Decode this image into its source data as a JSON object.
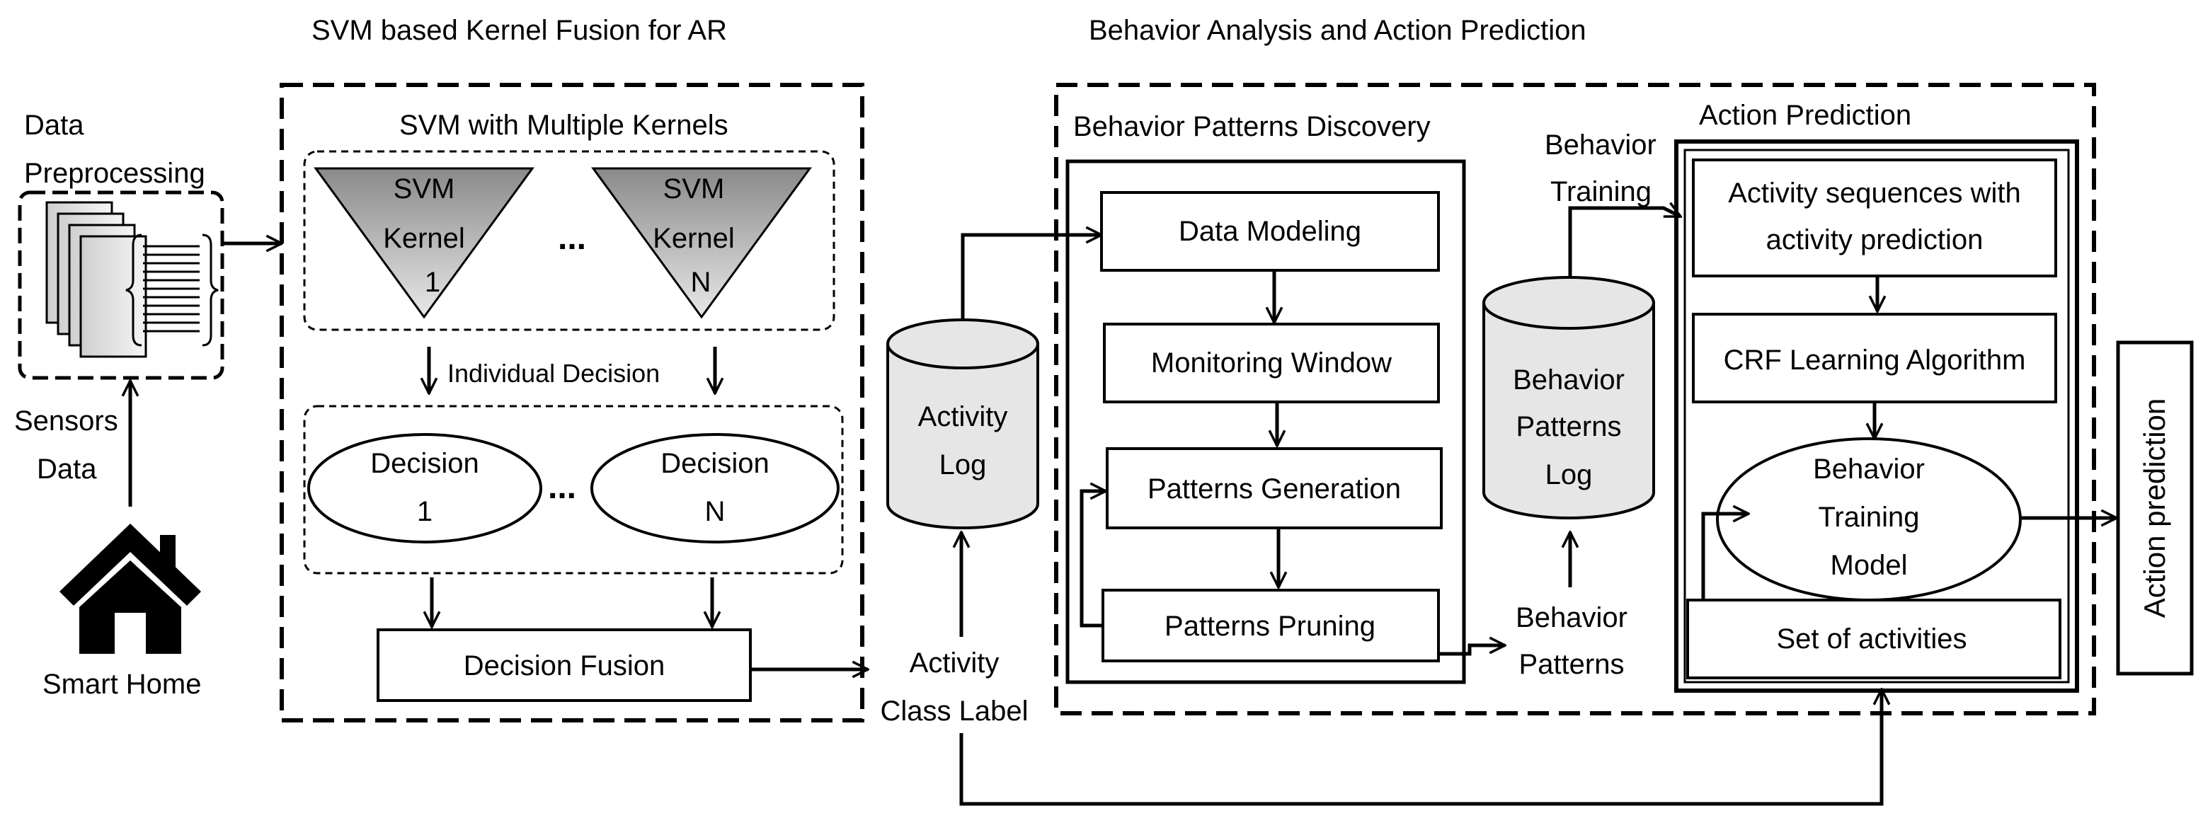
{
  "headers": {
    "left_title": "SVM based Kernel Fusion for AR",
    "right_title": "Behavior Analysis and Action Prediction"
  },
  "left_panel": {
    "data_preprocessing": [
      "Data",
      "Preprocessing"
    ],
    "sensors_data": [
      "Sensors",
      "Data"
    ],
    "smart_home": "Smart Home"
  },
  "svm": {
    "section_title": "SVM with Multiple Kernels",
    "kernel_1": [
      "SVM",
      "Kernel",
      "1"
    ],
    "kernel_n": [
      "SVM",
      "Kernel",
      "N"
    ],
    "ellipsis": "...",
    "individual_decision": "Individual Decision",
    "decision_1": [
      "Decision",
      "1"
    ],
    "decision_n": [
      "Decision",
      "N"
    ],
    "decision_fusion": "Decision Fusion"
  },
  "activity": {
    "log": [
      "Activity",
      "Log"
    ],
    "class_label": [
      "Activity",
      "Class Label"
    ]
  },
  "discovery": {
    "title": "Behavior Patterns Discovery",
    "data_modeling": "Data Modeling",
    "monitoring_window": "Monitoring Window",
    "patterns_generation": "Patterns Generation",
    "patterns_pruning": "Patterns Pruning"
  },
  "behavior": {
    "training": [
      "Behavior",
      "Training"
    ],
    "patterns_log": [
      "Behavior",
      "Patterns",
      "Log"
    ],
    "patterns": [
      "Behavior",
      "Patterns"
    ]
  },
  "prediction": {
    "title": "Action Prediction",
    "activity_sequences": [
      "Activity sequences with",
      "activity prediction"
    ],
    "crf": "CRF Learning Algorithm",
    "training_model": [
      "Behavior",
      "Training",
      "Model"
    ],
    "set_of_activities": "Set of activities",
    "output": "Action prediction"
  }
}
